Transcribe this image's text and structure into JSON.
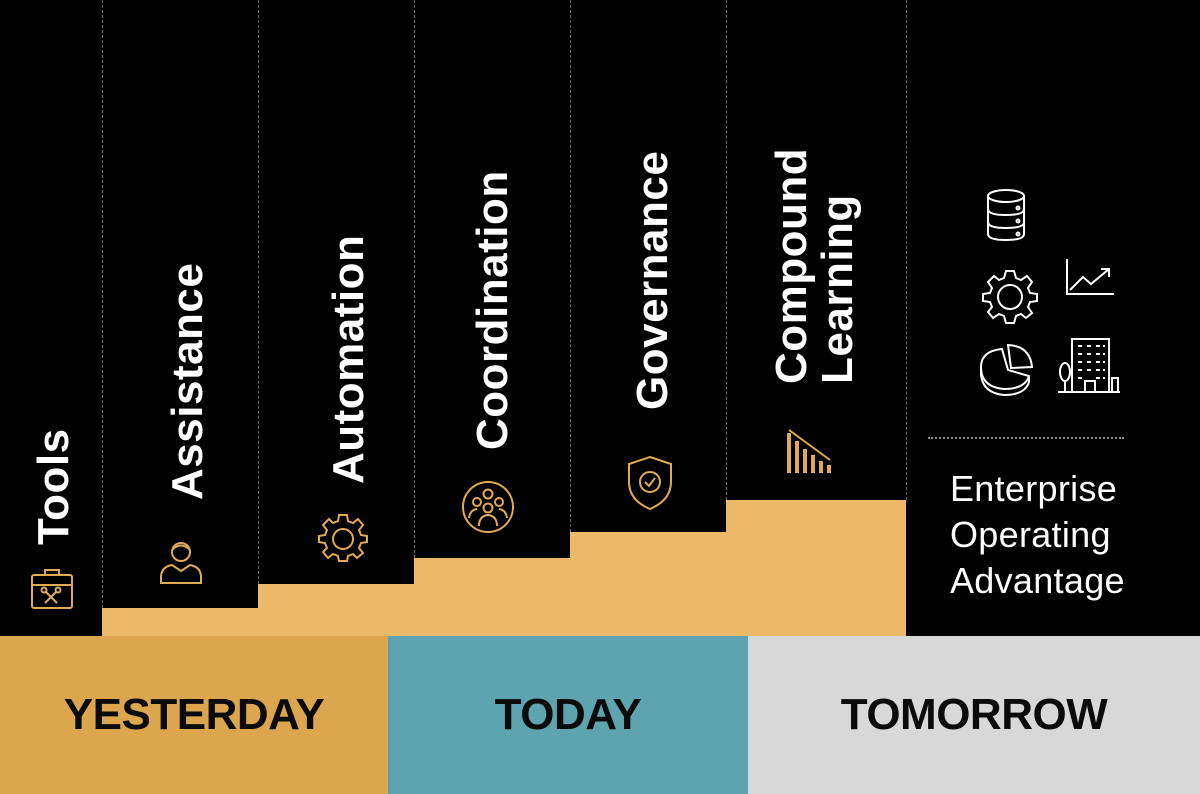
{
  "stages": [
    {
      "label_lines": [
        "Tools"
      ],
      "icon": "toolbox-icon"
    },
    {
      "label_lines": [
        "Assistance"
      ],
      "icon": "person-icon"
    },
    {
      "label_lines": [
        "Automation"
      ],
      "icon": "gear-icon"
    },
    {
      "label_lines": [
        "Coordination"
      ],
      "icon": "team-icon"
    },
    {
      "label_lines": [
        "Governance"
      ],
      "icon": "shield-check-icon"
    },
    {
      "label_lines": [
        "Compound",
        "Learning"
      ],
      "icon": "descending-bars-icon"
    }
  ],
  "enterprise": {
    "icons": [
      "database-icon",
      "gear-icon",
      "trend-chart-icon",
      "pie-chart-icon",
      "building-icon"
    ],
    "title_lines": [
      "Enterprise",
      "Operating",
      "Advantage"
    ]
  },
  "timeline": [
    {
      "label": "YESTERDAY",
      "color": "#dca64e"
    },
    {
      "label": "TODAY",
      "color": "#5ea4b0"
    },
    {
      "label": "TOMORROW",
      "color": "#d8d8d8"
    }
  ],
  "colors": {
    "stair_gold": "#ecb968",
    "icon_gold": "#e1aa55",
    "background": "#000000"
  }
}
